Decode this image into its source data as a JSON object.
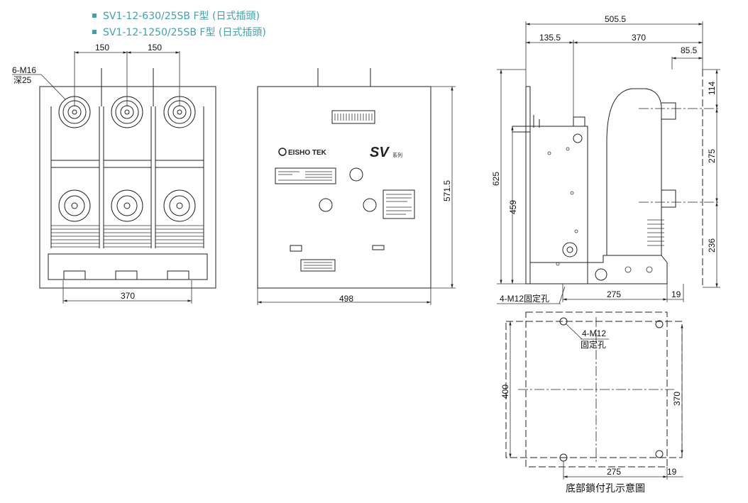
{
  "header": {
    "items": [
      "SV1-12-630/25SB F型 (日式插頭)",
      "SV1-12-1250/25SB F型 (日式插頭)"
    ]
  },
  "front_view": {
    "dim_top_left": "150",
    "dim_top_right": "150",
    "callout_label": "6-M16",
    "callout_sub": "深25",
    "dim_bottom": "370"
  },
  "panel_view": {
    "brand": "EISHO TEK",
    "logo_text": "SV",
    "logo_suffix": "系列",
    "dim_height": "571.5",
    "dim_width": "498"
  },
  "side_view": {
    "dim_overall": "505.5",
    "dim_left": "135.5",
    "dim_mid": "370",
    "dim_right_offset": "85.5",
    "dim_114": "114",
    "dim_275_vertical": "275",
    "dim_236": "236",
    "dim_625": "625",
    "dim_459": "459",
    "fix_hole_label": "4-M12固定孔",
    "dim_275_bottom": "275",
    "dim_19": "19"
  },
  "bottom_view": {
    "hole_label": "4-M12",
    "hole_sub": "固定孔",
    "dim_400": "400",
    "dim_370": "370",
    "dim_275": "275",
    "dim_19": "19",
    "caption": "底部鎖付孔示意圖"
  }
}
